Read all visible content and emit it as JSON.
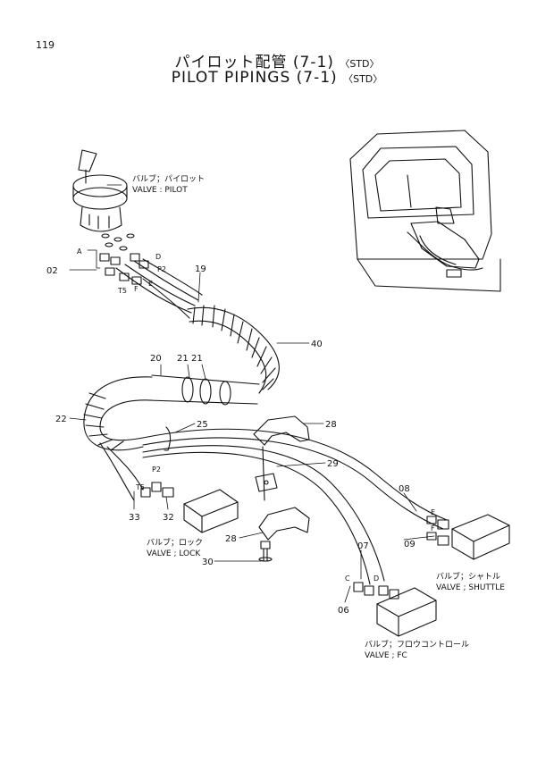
{
  "page_number": "119",
  "title_jp": "パイロット配管 (7-1)",
  "title_en": "PILOT PIPINGS (7-1)",
  "std_tag": "〈STD〉",
  "callouts": {
    "pilot_jp": "バルブ；パイロット",
    "pilot_en": "VALVE : PILOT",
    "lock_jp": "バルブ；ロック",
    "lock_en": "VALVE ; LOCK",
    "shuttle_jp": "バルブ；シャトル",
    "shuttle_en": "VALVE ; SHUTTLE",
    "fc_jp": "バルブ；フロウコントロール",
    "fc_en": "VALVE ; FC"
  },
  "part_numbers": {
    "p02": "02",
    "p19": "19",
    "p40": "40",
    "p20": "20",
    "p21a": "21",
    "p21b": "21",
    "p22": "22",
    "p25": "25",
    "p28a": "28",
    "p28b": "28",
    "p29": "29",
    "p30": "30",
    "p33": "33",
    "p32": "32",
    "p08": "08",
    "p09": "09",
    "p07": "07",
    "p06": "06"
  },
  "port_labels": {
    "a": "A",
    "d": "D",
    "p2": "P2",
    "e": "E",
    "t5": "T5",
    "f": "F",
    "p2b": "P2",
    "t5b": "T5",
    "e2": "E",
    "f2": "F",
    "c": "C",
    "d2": "D"
  }
}
